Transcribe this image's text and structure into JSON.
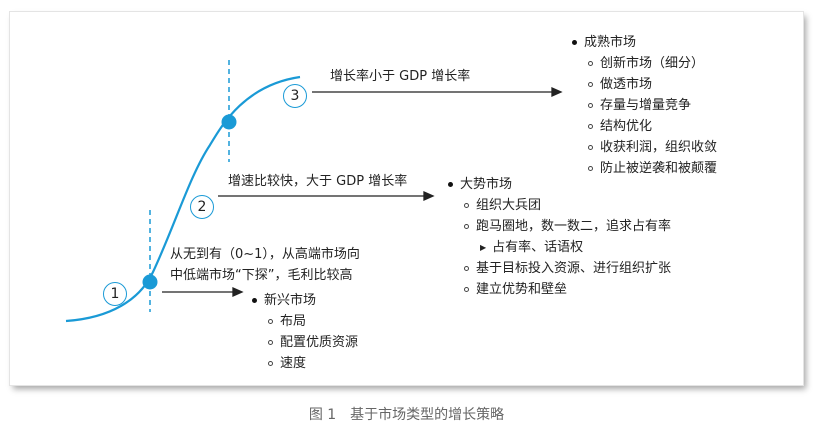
{
  "stages": [
    {
      "number": "1",
      "arrow_text_line1": "从无到有（0~1），从高端市场向",
      "arrow_text_line2": "中低端市场“下探”，毛利比较高",
      "list_title": "新兴市场",
      "items": [
        "布局",
        "配置优质资源",
        "速度"
      ]
    },
    {
      "number": "2",
      "arrow_text": "增速比较快，大于 GDP 增长率",
      "list_title": "大势市场",
      "items": [
        "组织大兵团",
        "跑马圈地，数一数二，追求占有率"
      ],
      "subitem": "占有率、话语权",
      "items_after": [
        "基于目标投入资源、进行组织扩张",
        "建立优势和壁垒"
      ]
    },
    {
      "number": "3",
      "arrow_text": "增长率小于 GDP 增长率",
      "list_title": "成熟市场",
      "items": [
        "创新市场（细分）",
        "做透市场",
        "存量与增量竞争",
        "结构优化",
        "收获利润，组织收敛",
        "防止被逆袭和被颠覆"
      ]
    }
  ],
  "caption": "图 1　基于市场类型的增长策略",
  "colors": {
    "curve": "#1a9ad6",
    "arrow": "#222222"
  }
}
